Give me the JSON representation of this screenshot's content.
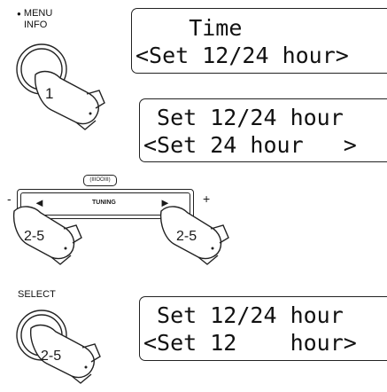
{
  "step1": {
    "bullet": "●",
    "menu_label": "MENU",
    "info_label": "INFO",
    "finger_number": "1",
    "display": {
      "line1": "    Time",
      "line2": "<Set 12/24 hour>"
    }
  },
  "step2": {
    "display": {
      "line1": " Set 12/24 hour",
      "line2": "<Set 24 hour   >"
    }
  },
  "tuning": {
    "badge": "(IIIOOIII)",
    "minus": "-",
    "plus": "+",
    "label": "TUNING",
    "left_arrow": "◄",
    "right_arrow": "►",
    "left_finger": "2-5",
    "right_finger": "2-5"
  },
  "select": {
    "label": "SELECT",
    "finger_number": "2-5",
    "display": {
      "line1": " Set 12/24 hour",
      "line2": "<Set 12    hour>"
    }
  }
}
